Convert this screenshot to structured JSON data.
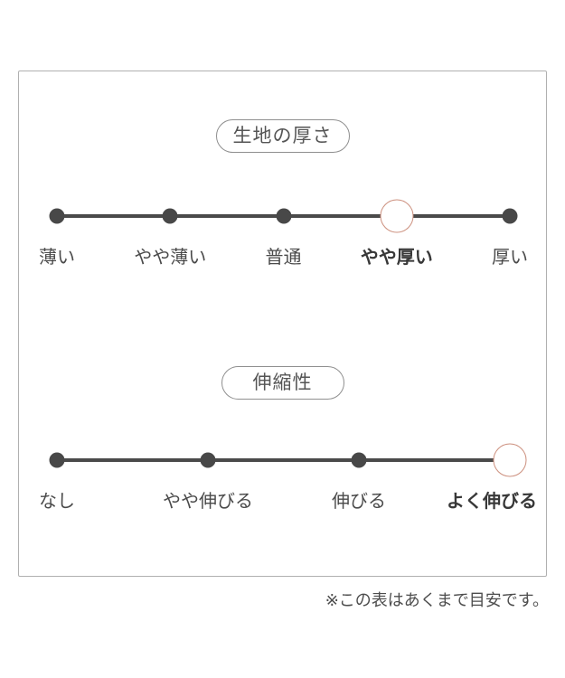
{
  "colors": {
    "accent": "#d4705b",
    "accent_ring": "#cc8f7d",
    "dot": "#484848",
    "track": "#4a4a4a",
    "frame_border": "#b0b0b0",
    "label": "#4a4a4a",
    "badge_text": "#555555"
  },
  "scales": [
    {
      "title": "生地の厚さ",
      "options": [
        "薄い",
        "やや薄い",
        "普通",
        "やや厚い",
        "厚い"
      ],
      "selected_label": "やや厚い",
      "selected_index": 3
    },
    {
      "title": "伸縮性",
      "options": [
        "なし",
        "やや伸びる",
        "伸びる",
        "よく伸びる"
      ],
      "selected_label": "よく伸びる",
      "selected_index": 3
    }
  ],
  "footnote": "※この表はあくまで目安です。",
  "chart_data": [
    {
      "type": "line",
      "title": "生地の厚さ",
      "categories": [
        "薄い",
        "やや薄い",
        "普通",
        "やや厚い",
        "厚い"
      ],
      "values": [
        0,
        0,
        0,
        1,
        0
      ],
      "selected": "やや厚い",
      "selected_index": 3,
      "legend_position": "none",
      "grid": false
    },
    {
      "type": "line",
      "title": "伸縮性",
      "categories": [
        "なし",
        "やや伸びる",
        "伸びる",
        "よく伸びる"
      ],
      "values": [
        0,
        0,
        0,
        1
      ],
      "selected": "よく伸びる",
      "selected_index": 3,
      "legend_position": "none",
      "grid": false
    }
  ]
}
